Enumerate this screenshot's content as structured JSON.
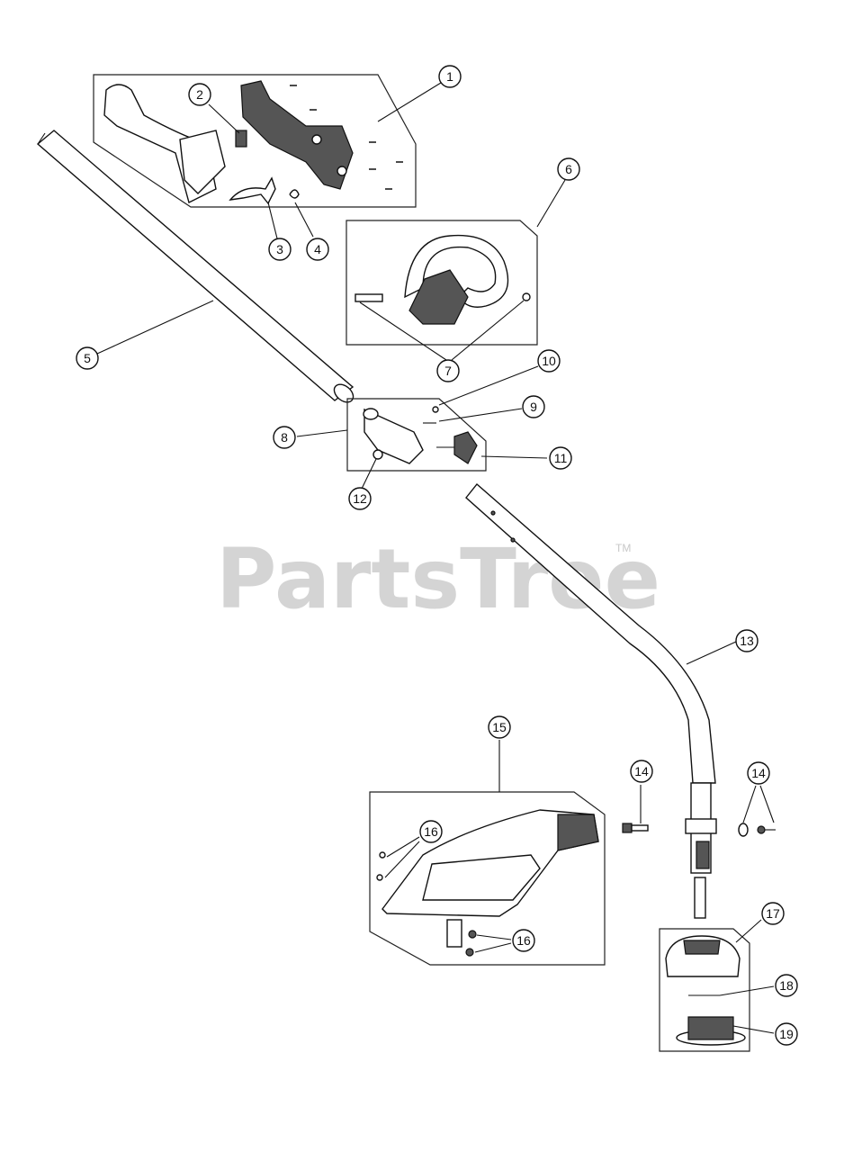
{
  "watermark": {
    "text": "PartsTree",
    "trademark": "TM"
  },
  "callouts": [
    "1",
    "2",
    "3",
    "4",
    "5",
    "6",
    "7",
    "8",
    "9",
    "10",
    "11",
    "12",
    "13",
    "14",
    "14",
    "15",
    "16",
    "16",
    "17",
    "18",
    "19"
  ]
}
